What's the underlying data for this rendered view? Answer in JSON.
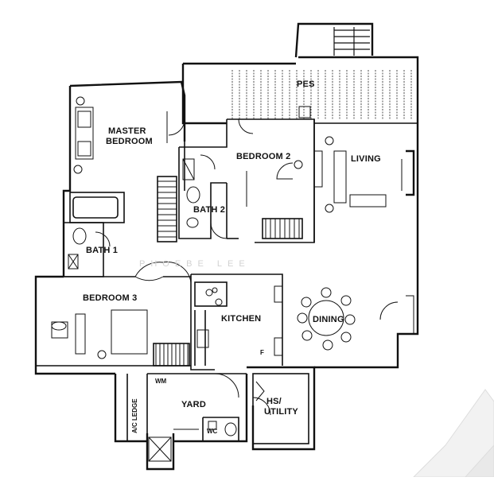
{
  "floorplan": {
    "rooms": {
      "pes": "PES",
      "master_bedroom_line1": "MASTER",
      "master_bedroom_line2": "BEDROOM",
      "bedroom2": "BEDROOM 2",
      "living": "LIVING",
      "bath2": "BATH 2",
      "bath1": "BATH 1",
      "bedroom3": "BEDROOM 3",
      "kitchen": "KITCHEN",
      "dining": "DINING",
      "fridge": "F",
      "wm": "WM",
      "ac_ledge": "A/C LEDGE",
      "yard": "YARD",
      "wc": "WC",
      "hs_utility_line1": "HS/",
      "hs_utility_line2": "UTILITY"
    },
    "watermark": "PHOEBE LEE"
  }
}
